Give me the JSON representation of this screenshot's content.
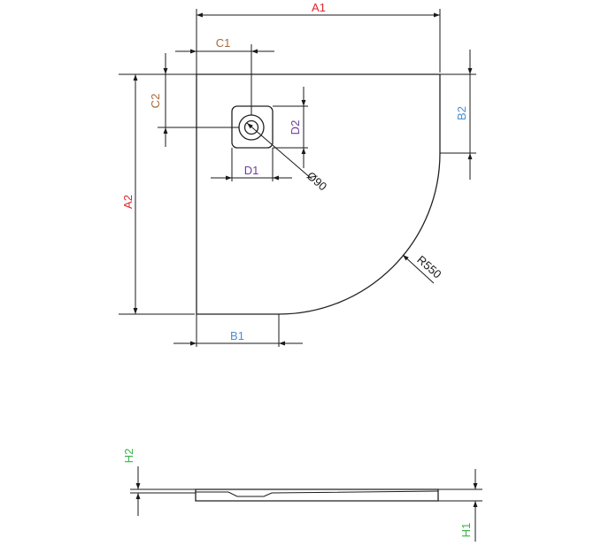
{
  "labels": {
    "a1": "A1",
    "a2": "A2",
    "b1": "B1",
    "b2": "B2",
    "c1": "C1",
    "c2": "C2",
    "d1": "D1",
    "d2": "D2",
    "drain": "Ø90",
    "radius": "R550",
    "h1": "H1",
    "h2": "H2"
  },
  "colors": {
    "a": "#e0262b",
    "b": "#4a8fd0",
    "c": "#a86a3a",
    "d": "#6a3ea0",
    "h": "#3bb34a",
    "line": "#1a1a1a"
  }
}
